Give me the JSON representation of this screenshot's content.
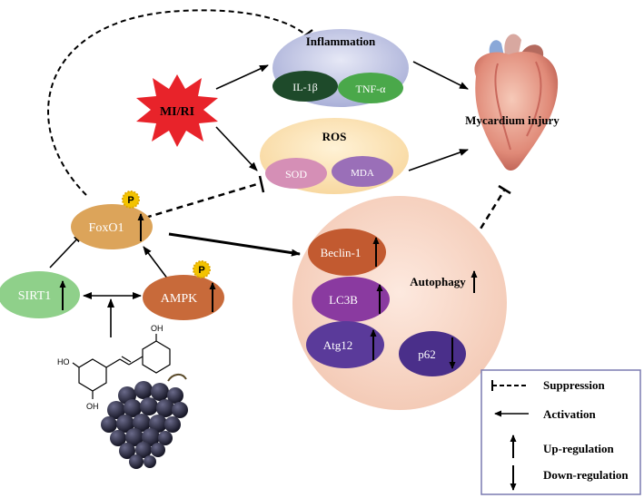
{
  "stimulus": {
    "label": "MI/RI"
  },
  "inflammation": {
    "title": "Inflammation",
    "il1b": "IL-1β",
    "tnfa": "TNF-α"
  },
  "ros": {
    "title": "ROS",
    "sod": "SOD",
    "mda": "MDA"
  },
  "outcome": {
    "label": "Mycardium injury"
  },
  "nodes": {
    "foxo1": "FoxO1",
    "sirt1": "SIRT1",
    "ampk": "AMPK",
    "phospho": "P"
  },
  "autophagy": {
    "title": "Autophagy",
    "beclin1": "Beclin-1",
    "lc3b": "LC3B",
    "atg12": "Atg12",
    "p62": "p62"
  },
  "molecule": {
    "oh_top": "OH",
    "oh_left": "HO",
    "oh_bottom": "OH"
  },
  "legend": {
    "suppression": "Suppression",
    "activation": "Activation",
    "upregulation": "Up-regulation",
    "downregulation": "Down-regulation"
  },
  "colors": {
    "inflammation_oval": "#c9cde8",
    "ros_oval": "#fbe3b6",
    "autophagy_circle": "#f8d9cb",
    "il1b": "#1e4a2a",
    "tnfa": "#4aa84a",
    "sod": "#d58fb6",
    "mda": "#9a6fb8",
    "foxo1": "#dca45a",
    "sirt1": "#8fd08a",
    "ampk": "#c86a3a",
    "beclin1": "#c25a30",
    "lc3b": "#8a3aa0",
    "atg12": "#5a3a9a",
    "p62": "#4a2f8a",
    "star": "#e8232a",
    "phospho": "#f3c300"
  }
}
